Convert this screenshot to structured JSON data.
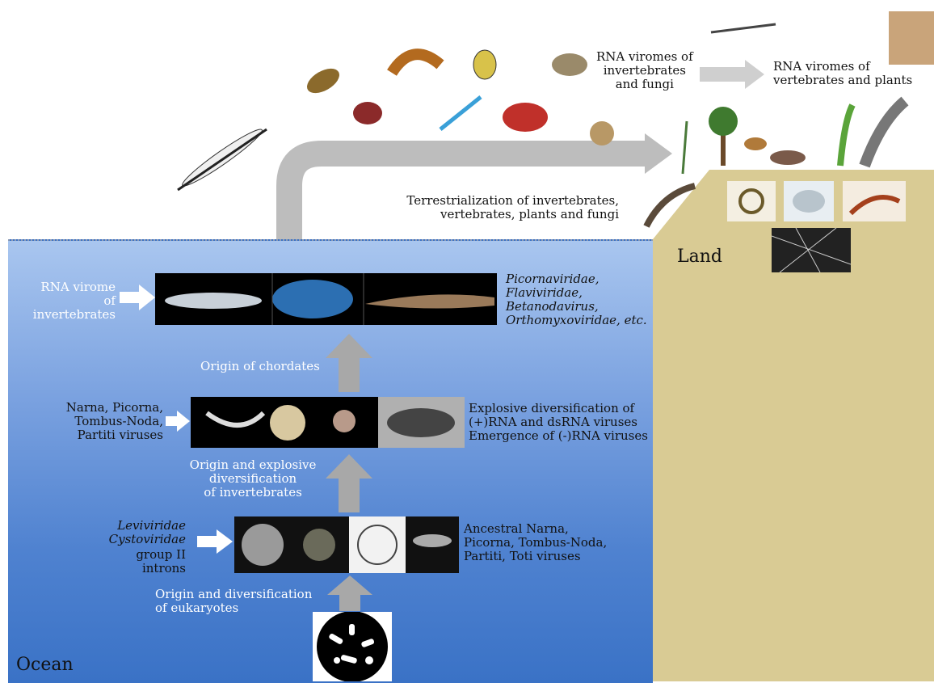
{
  "regions": {
    "ocean_label": "Ocean",
    "land_label": "Land"
  },
  "top": {
    "rna_invert_fungi": "RNA viromes of\ninvertebrates\nand fungi",
    "rna_vert_plants": "RNA viromes of\nvertebrates and plants",
    "terrestrialization": "Terrestrialization of invertebrates,\nvertebrates, plants and fungi"
  },
  "tiers": {
    "chordates": {
      "left": "RNA virome\nof invertebrates",
      "right": "Picornaviridae,\nFlaviviridae,\nBetanodavirus,\nOrthomyxoviridae, etc.",
      "arrow_label": "Origin  of chordates"
    },
    "invertebrates": {
      "left": "Narna, Picorna,\nTombus-Noda,\nPartiti viruses",
      "right": "Explosive diversification of\n(+)RNA and dsRNA viruses\nEmergence of (-)RNA viruses",
      "arrow_label": "Origin and explosive\ndiversification\nof invertebrates"
    },
    "eukaryotes": {
      "left_italic": "Leviviridae\nCystoviridae",
      "left": "group II introns",
      "right": "Ancestral Narna,\nPicorna, Tombus-Noda,\nPartiti, Toti viruses",
      "arrow_label": "Origin and diversification\nof eukaryotes"
    }
  },
  "colors": {
    "ocean_top": "#a9c6ef",
    "ocean_bottom": "#3a72c6",
    "land": "#d9cb94",
    "arrow": "#bdbdbd"
  }
}
